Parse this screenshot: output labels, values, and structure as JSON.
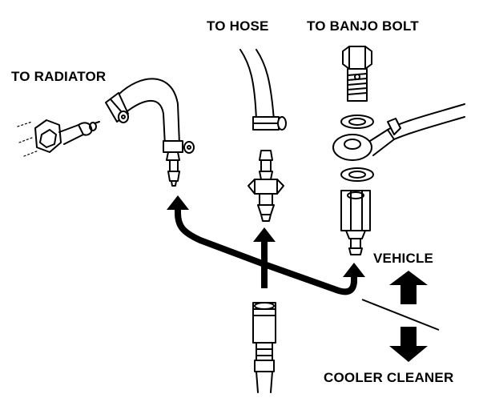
{
  "labels": {
    "to_radiator": "TO RADIATOR",
    "to_hose": "TO HOSE",
    "to_banjo_bolt": "TO BANJO BOLT",
    "vehicle": "VEHICLE",
    "cooler_cleaner": "COOLER CLEANER"
  },
  "colors": {
    "ink": "#000000",
    "background": "#ffffff"
  }
}
